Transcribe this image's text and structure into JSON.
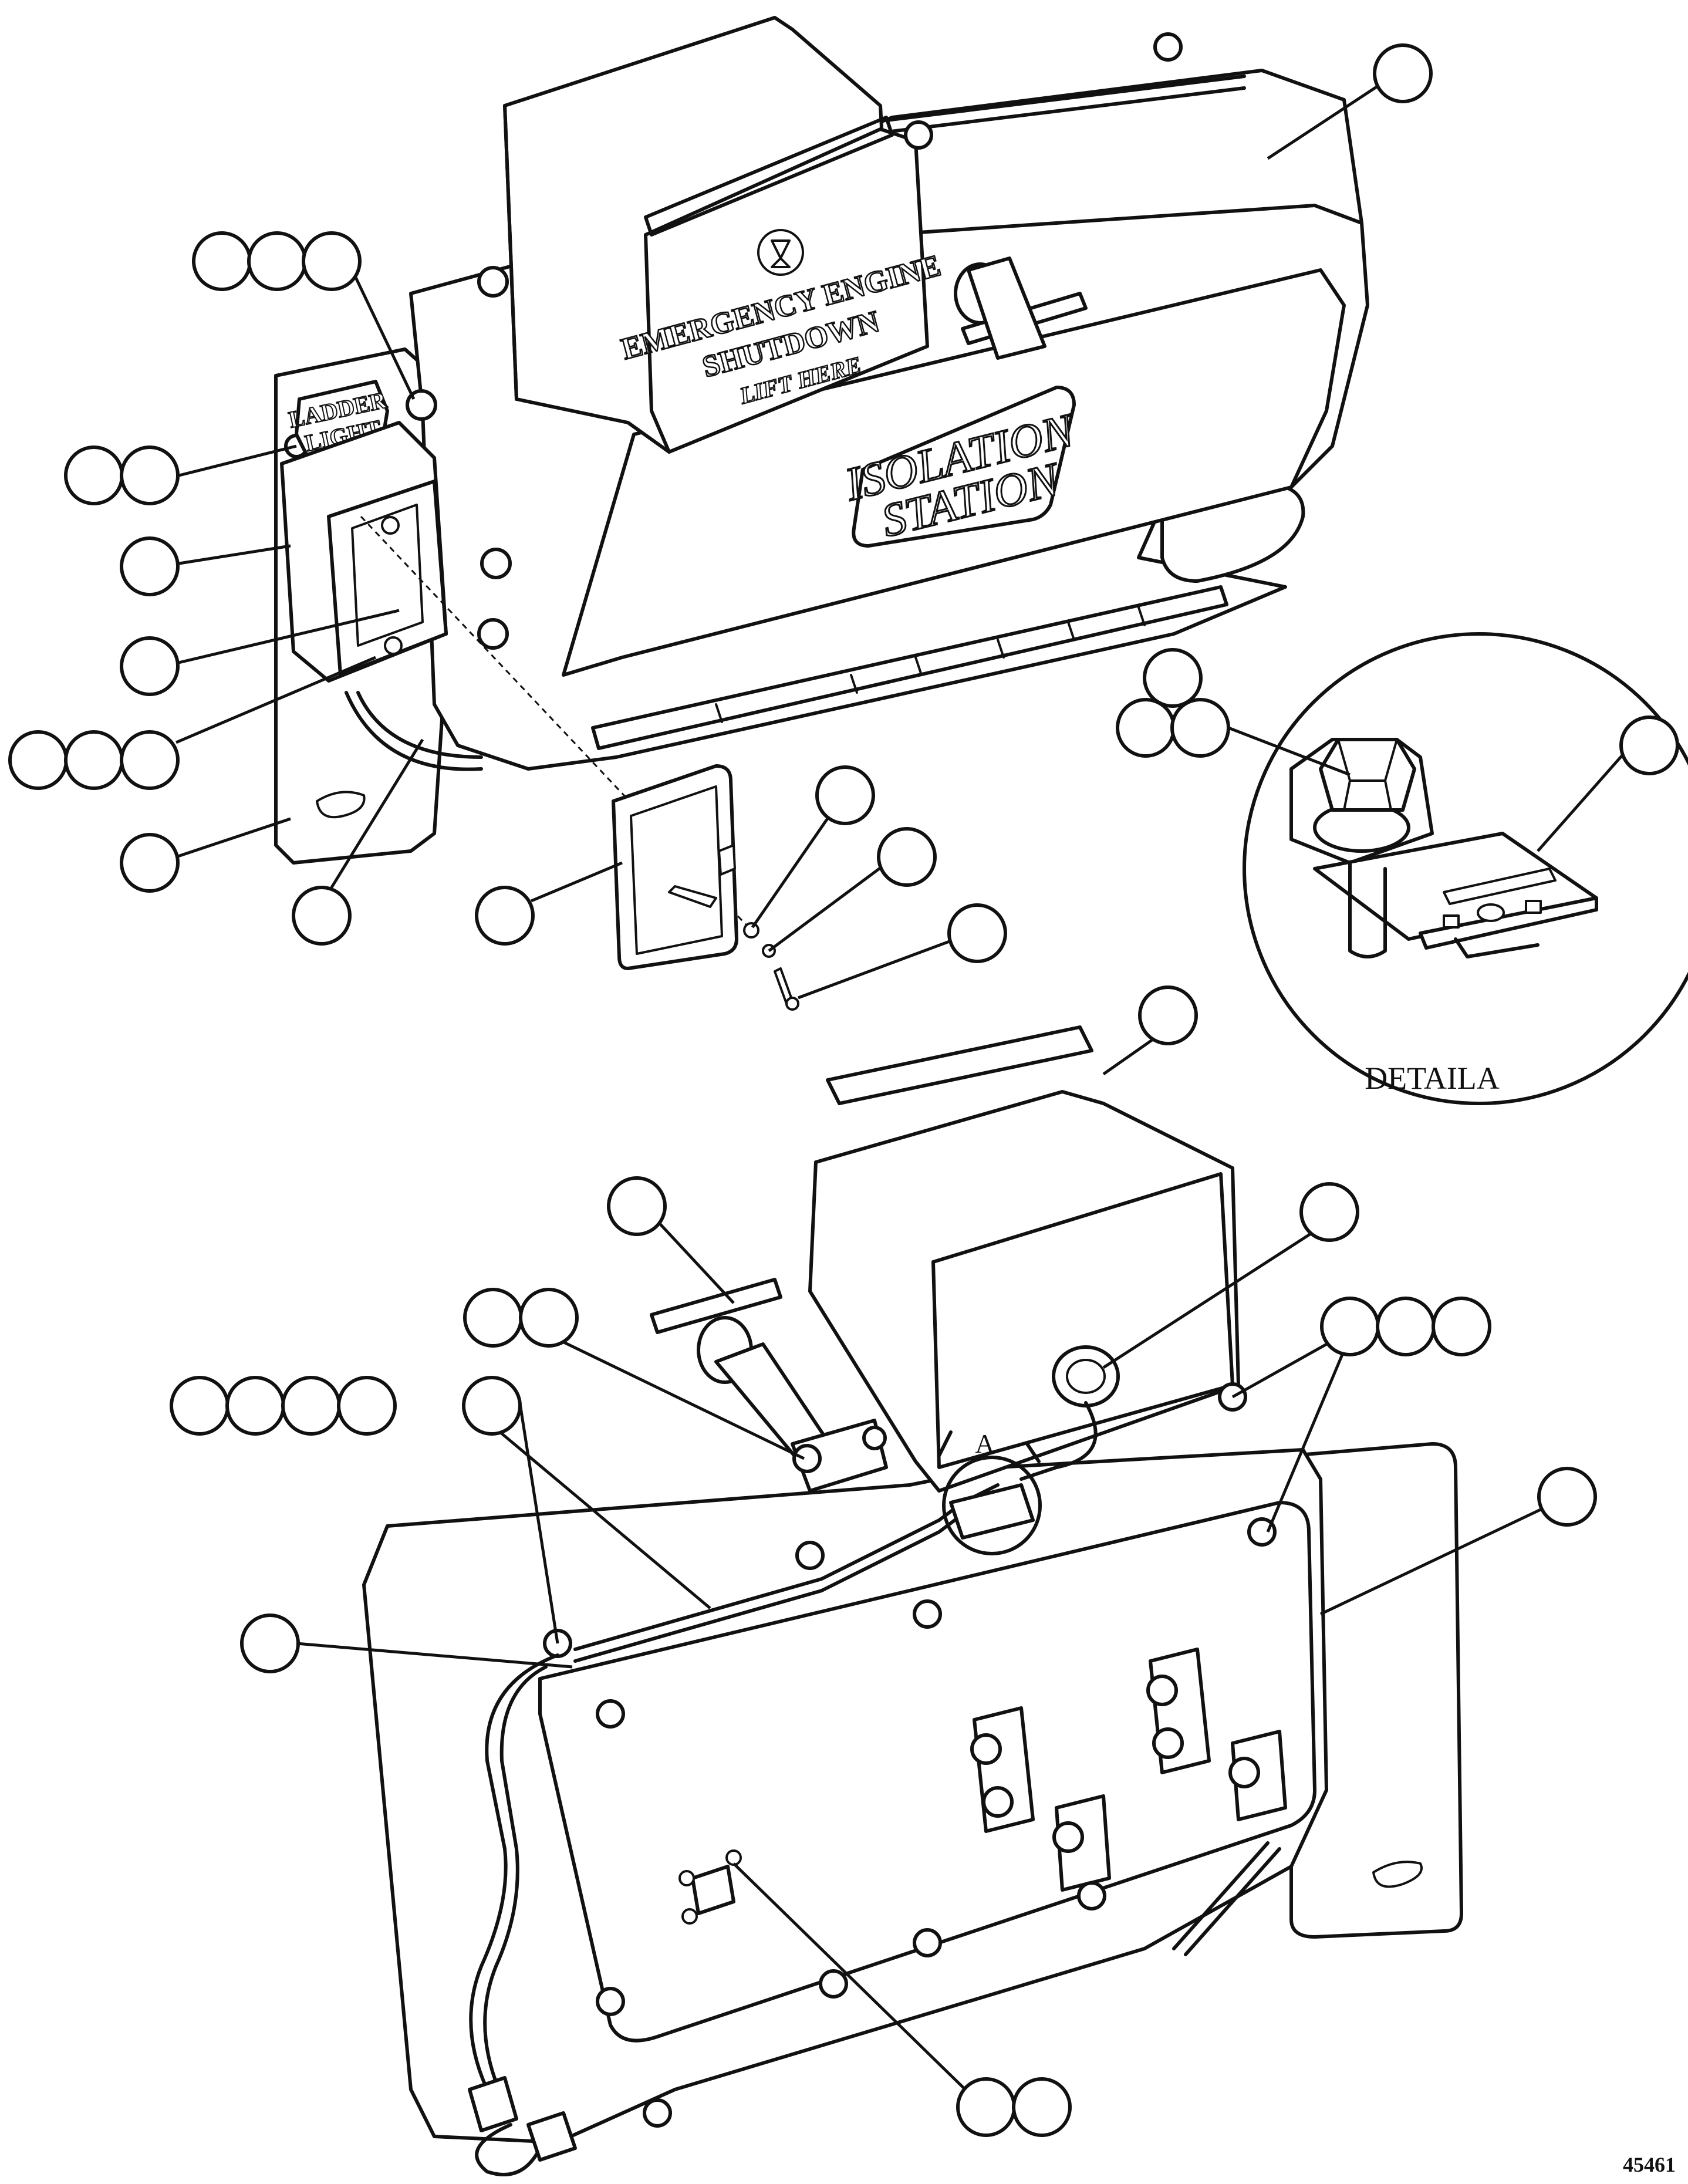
{
  "labels": {
    "emergency_line1": "EMERGENCY ENGINE",
    "emergency_line2": "SHUTDOWN",
    "emergency_line3": "LIFT HERE",
    "isolation_line1": "ISOLATION",
    "isolation_line2": "STATION",
    "ladder_line1": "LADDER",
    "ladder_line2": "LIGHT",
    "detail_caption": "DETAILA",
    "detail_marker": "A",
    "drawing_number": "45461"
  },
  "colors": {
    "line": "#111111",
    "background": "#ffffff"
  }
}
